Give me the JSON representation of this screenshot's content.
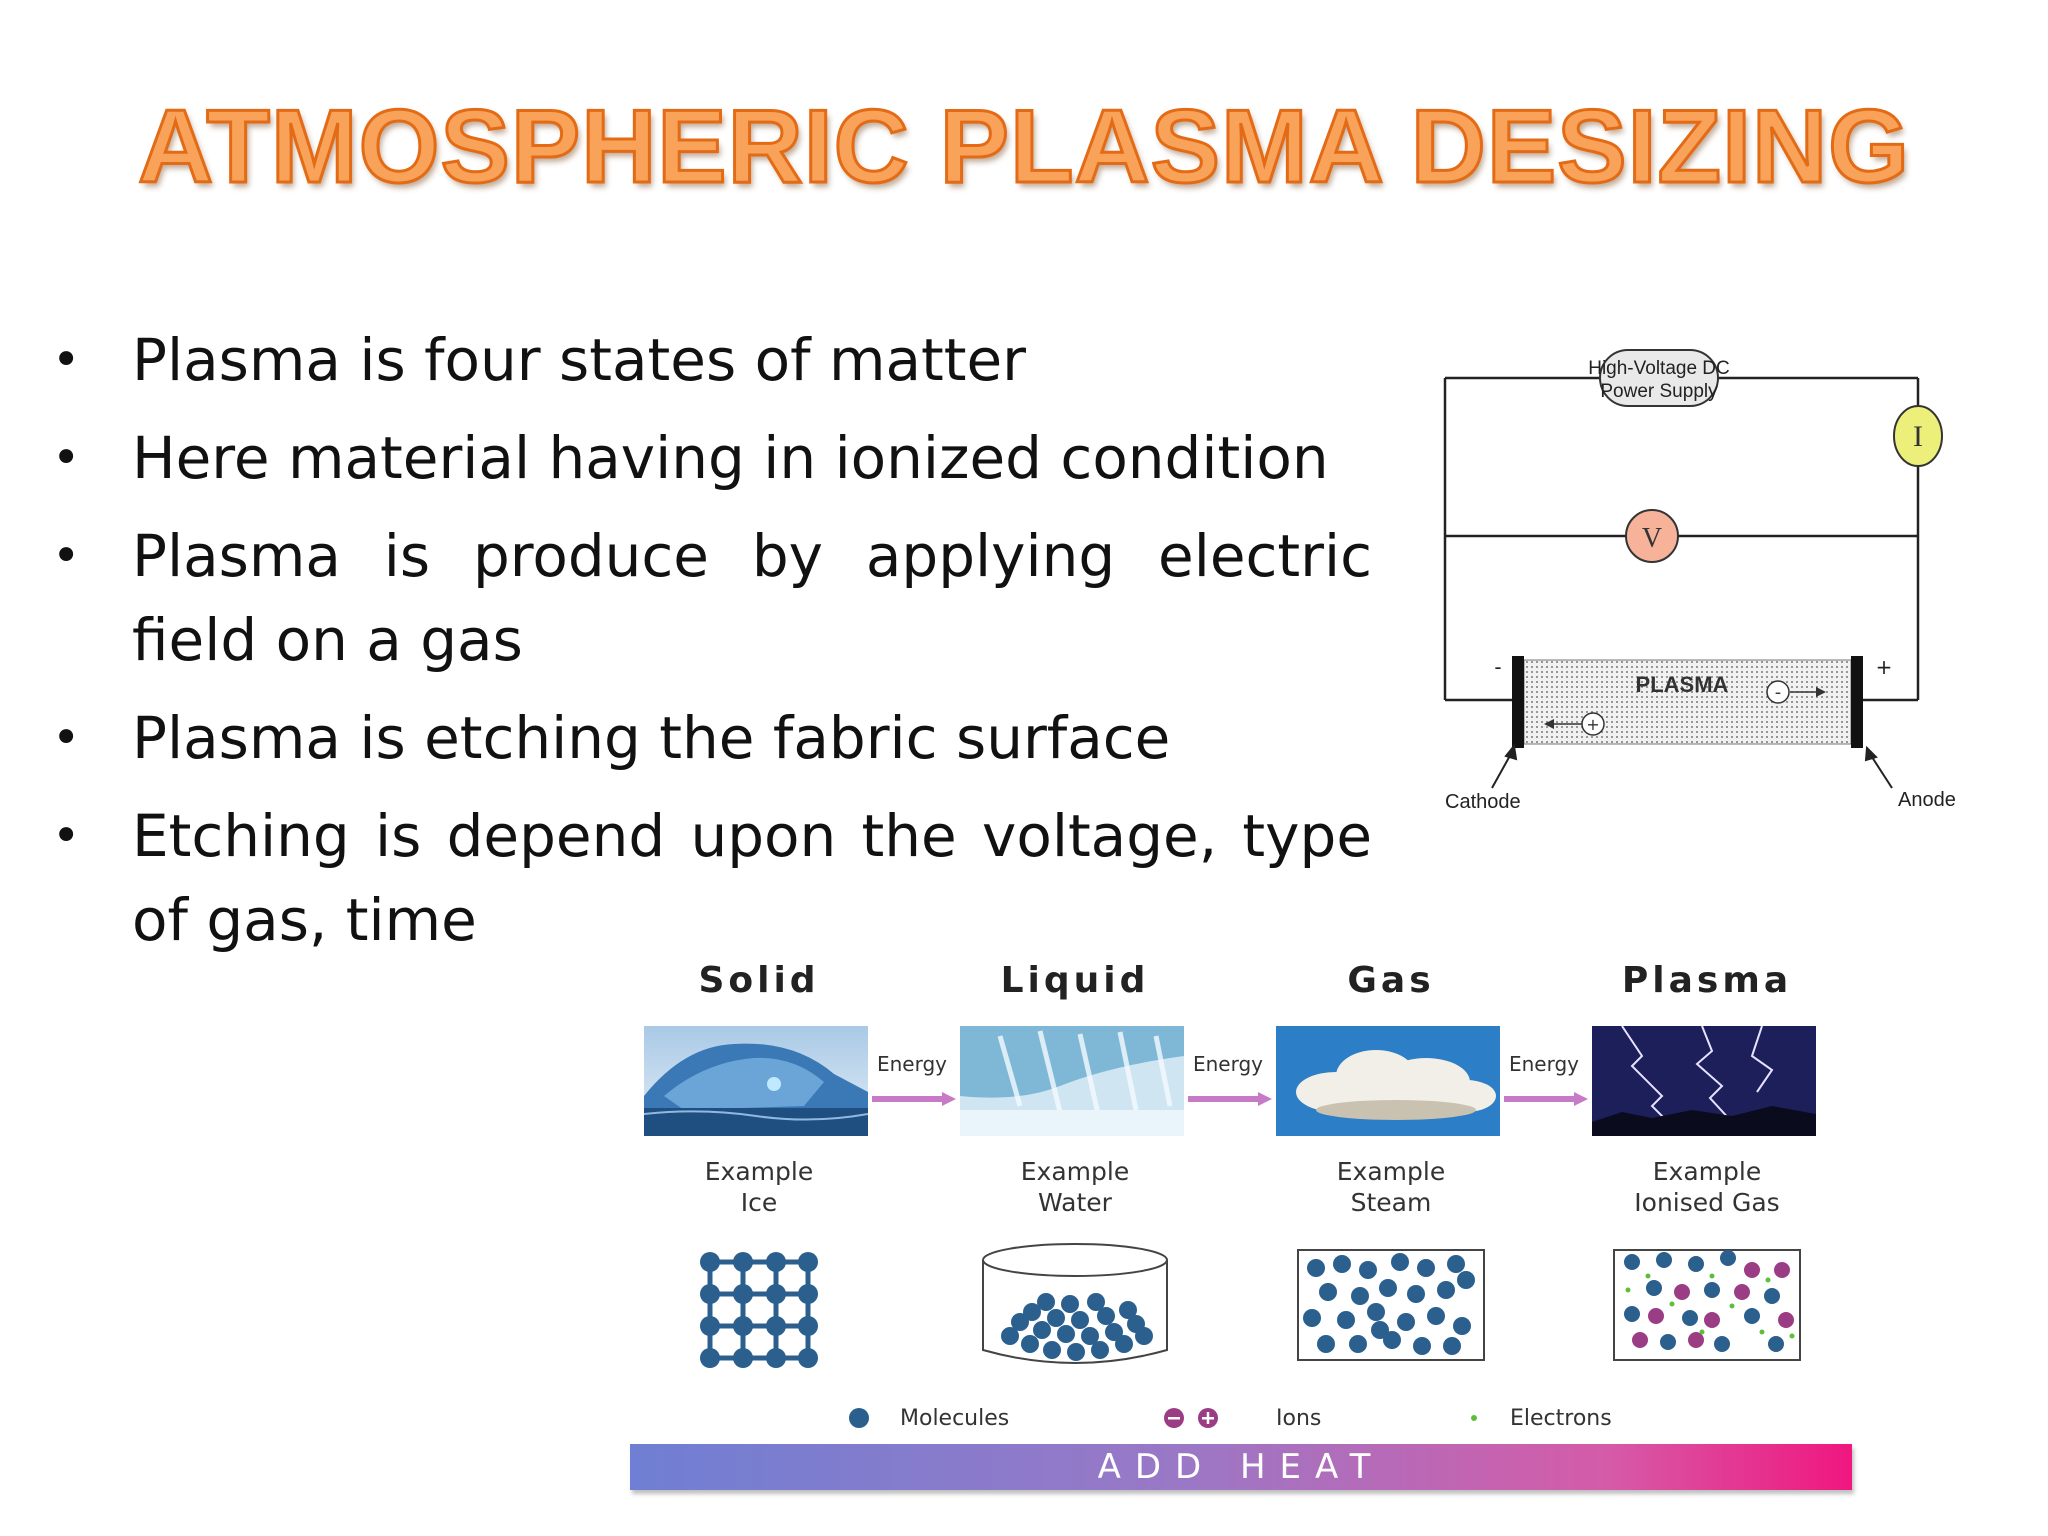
{
  "title": "ATMOSPHERIC PLASMA DESIZING",
  "bullet_marker": "•",
  "bullets": [
    "Plasma is four states of matter",
    "Here material having in ionized condition",
    "Plasma is produce by applying electric field on a gas",
    "Plasma is etching the fabric surface",
    "Etching is depend upon the voltage, type of gas, time"
  ],
  "circuit": {
    "power_supply_line1": "High-Voltage DC",
    "power_supply_line2": "Power Supply",
    "current_symbol": "I",
    "voltage_symbol": "V",
    "plasma_label": "PLASMA",
    "minus_sign": "-",
    "plus_sign": "+",
    "cathode_label": "Cathode",
    "anode_label": "Anode"
  },
  "states": [
    {
      "name": "Solid",
      "example_label": "Example",
      "example": "Ice"
    },
    {
      "name": "Liquid",
      "example_label": "Example",
      "example": "Water"
    },
    {
      "name": "Gas",
      "example_label": "Example",
      "example": "Steam"
    },
    {
      "name": "Plasma",
      "example_label": "Example",
      "example": "Ionised Gas"
    }
  ],
  "energy_label": "Energy",
  "legend": {
    "molecules": "Molecules",
    "ions": "Ions",
    "electrons": "Electrons"
  },
  "add_heat": "ADD HEAT",
  "colors": {
    "title_fill": "#f9a35a",
    "title_stroke": "#e46b16",
    "molecule": "#2b5f8e",
    "ion": "#9b3d85",
    "electron": "#5bbf3a",
    "current_meter": "#ecef7a",
    "voltage_meter": "#f6b399"
  }
}
